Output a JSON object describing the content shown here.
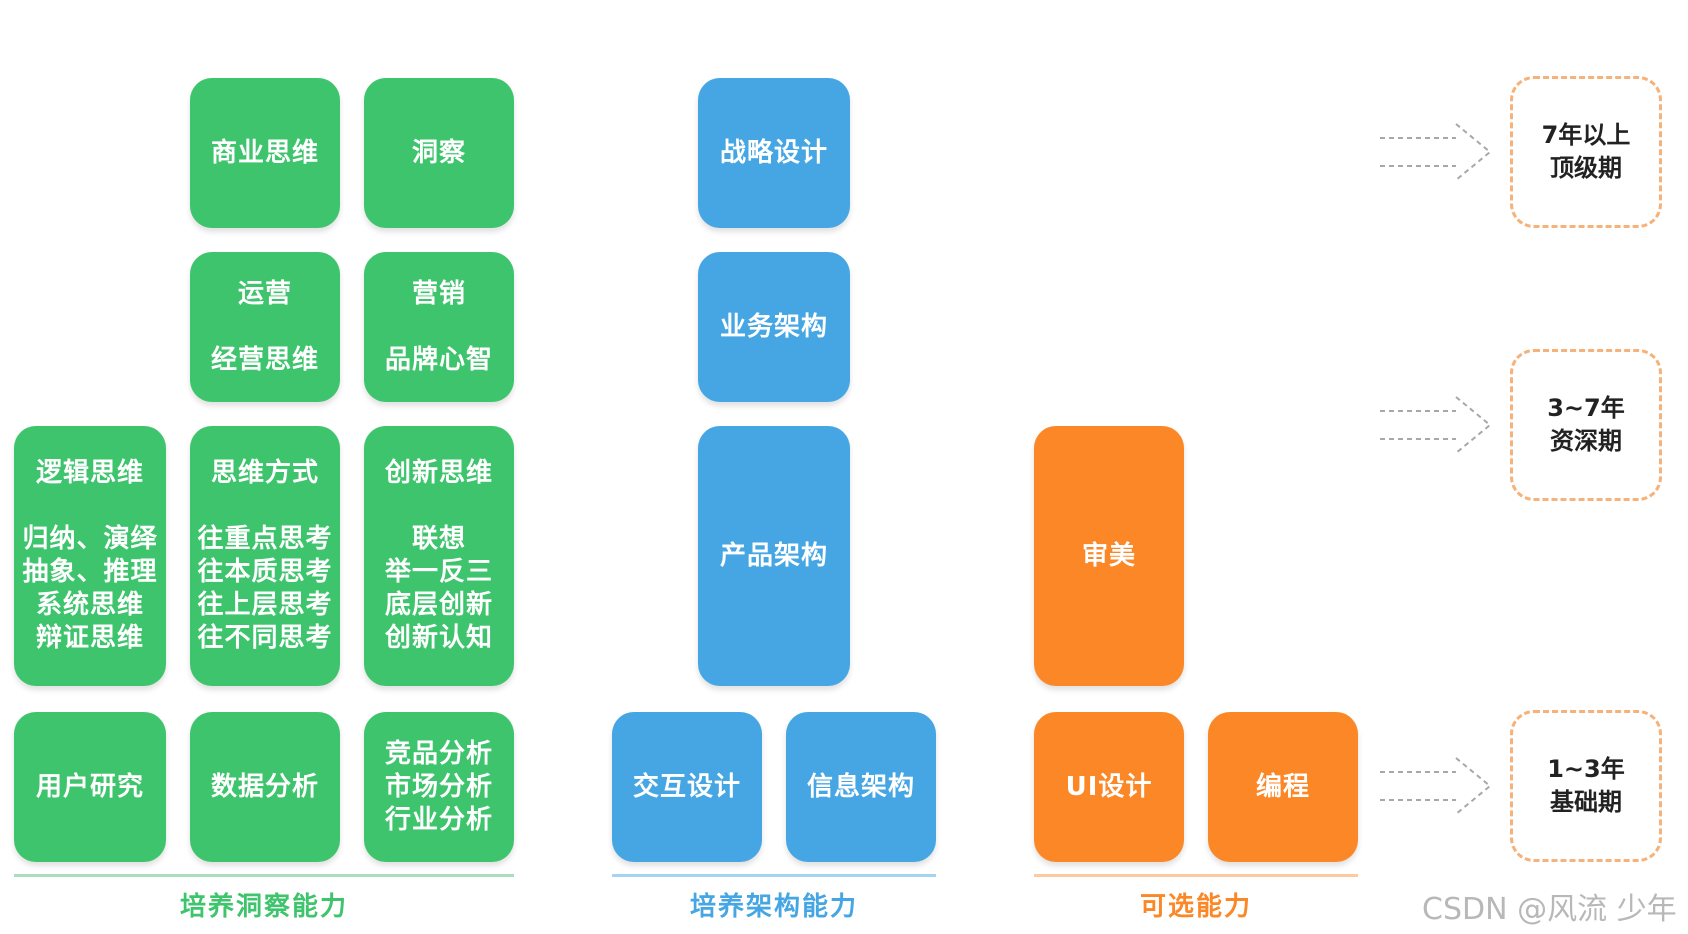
{
  "insight": {
    "caption": "培养洞察能力",
    "row_top": [
      [
        "商业思维"
      ],
      [
        "洞察"
      ]
    ],
    "row_mid": [
      [
        "运营",
        "经营思维"
      ],
      [
        "营销",
        "品牌心智"
      ]
    ],
    "row_think": [
      {
        "title": "逻辑思维",
        "items": [
          "归纳、演绎",
          "抽象、推理",
          "系统思维",
          "辩证思维"
        ]
      },
      {
        "title": "思维方式",
        "items": [
          "往重点思考",
          "往本质思考",
          "往上层思考",
          "往不同思考"
        ]
      },
      {
        "title": "创新思维",
        "items": [
          "联想",
          "举一反三",
          "底层创新",
          "创新认知"
        ]
      }
    ],
    "row_base": [
      [
        "用户研究"
      ],
      [
        "数据分析"
      ],
      [
        "竞品分析",
        "市场分析",
        "行业分析"
      ]
    ]
  },
  "architecture": {
    "caption": "培养架构能力",
    "strategy": "战略设计",
    "business": "业务架构",
    "product": "产品架构",
    "interaction": "交互设计",
    "info": "信息架构"
  },
  "optional": {
    "caption": "可选能力",
    "aesthetics": "审美",
    "ui": "UI设计",
    "coding": "编程"
  },
  "stages": [
    {
      "years": "7年以上",
      "name": "顶级期"
    },
    {
      "years": "3~7年",
      "name": "资深期"
    },
    {
      "years": "1~3年",
      "name": "基础期"
    }
  ],
  "colors": {
    "insight": "#3ec46d",
    "architecture": "#45a6e3",
    "optional": "#fb8726",
    "stage_border": "#f5b27a"
  },
  "watermark": "CSDN @风流 少年"
}
